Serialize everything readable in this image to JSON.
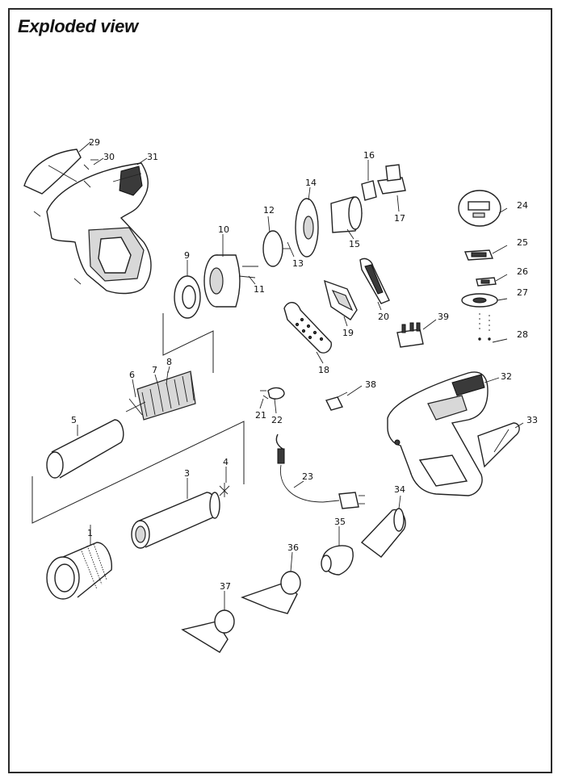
{
  "title": "Exploded view",
  "labels": [
    "1",
    "3",
    "4",
    "5",
    "6",
    "7",
    "8",
    "9",
    "10",
    "11",
    "12",
    "13",
    "14",
    "15",
    "16",
    "17",
    "18",
    "19",
    "20",
    "21",
    "22",
    "23",
    "24",
    "25",
    "26",
    "27",
    "28",
    "29",
    "30",
    "31",
    "32",
    "33",
    "34",
    "35",
    "36",
    "37",
    "38",
    "39"
  ]
}
